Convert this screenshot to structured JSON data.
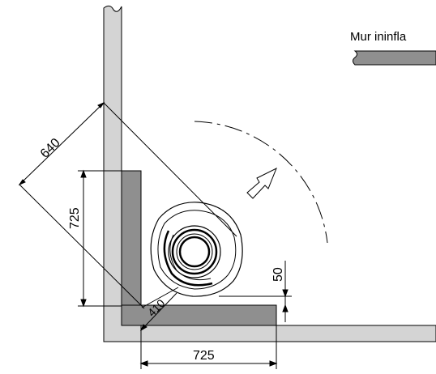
{
  "legend": {
    "label": "Mur ininfla"
  },
  "dimensions": {
    "diagonal_clearance": "640",
    "left_depth": "725",
    "bottom_width": "725",
    "corner_distance": "410",
    "wall_gap": "50"
  },
  "colors": {
    "wall_fill": "#d4d4d4",
    "protection_plate": "#8f8f8f",
    "line": "#000000"
  }
}
